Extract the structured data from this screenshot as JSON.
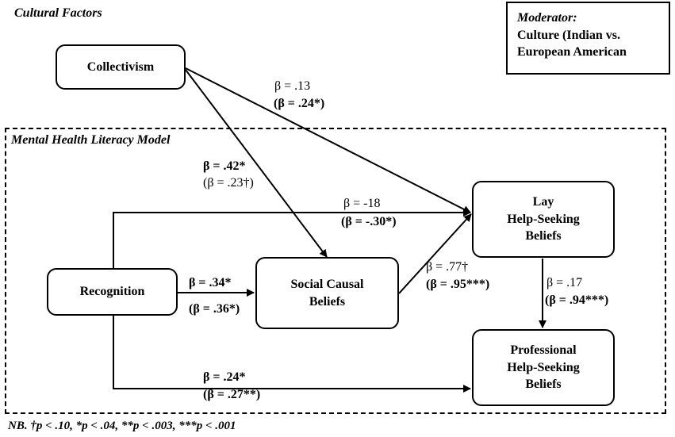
{
  "sections": {
    "cultural_factors": "Cultural Factors",
    "mhl_model": "Mental Health Literacy Model"
  },
  "moderator": {
    "title": "Moderator:",
    "line1": "Culture (Indian vs.",
    "line2": "European American"
  },
  "nodes": {
    "collectivism": "Collectivism",
    "recognition": "Recognition",
    "social_causal": [
      "Social Causal",
      "Beliefs"
    ],
    "lay": [
      "Lay",
      "Help-Seeking",
      "Beliefs"
    ],
    "professional": [
      "Professional",
      "Help-Seeking",
      "Beliefs"
    ]
  },
  "paths": {
    "collectivism_lay": {
      "indian": "β = .13",
      "euro": "(β = .24*)"
    },
    "collectivism_social": {
      "indian": "β = .42*",
      "euro": "(β = .23†)"
    },
    "recognition_lay": {
      "indian": "β = -18",
      "euro": "(β = -.30*)"
    },
    "recognition_social": {
      "indian": "β = .34*",
      "euro": "(β = .36*)"
    },
    "social_lay": {
      "indian": "β = .77†",
      "euro": "(β = .95***)"
    },
    "lay_professional": {
      "indian": "β = .17",
      "euro": "(β = .94***)"
    },
    "recognition_professional": {
      "indian": "β = .24*",
      "euro": "(β = .27**)"
    }
  },
  "note": "NB. †p < .10, *p < .04, **p < .003, ***p < .001"
}
